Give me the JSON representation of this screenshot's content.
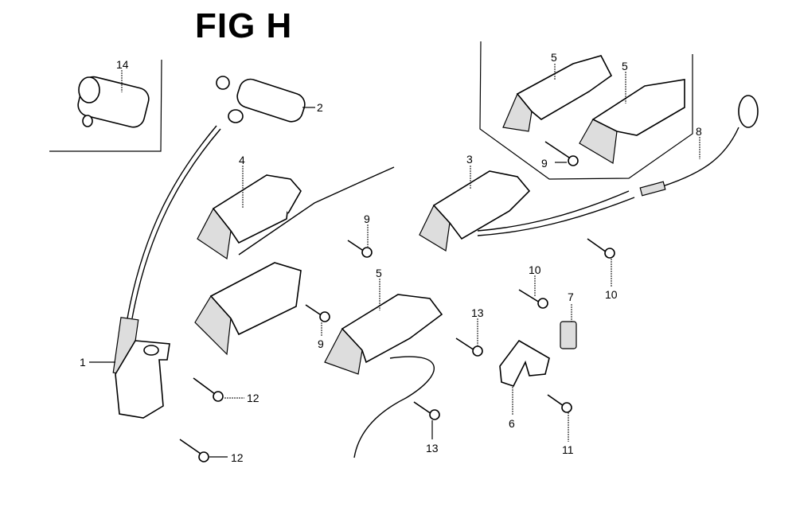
{
  "title": "FIG H",
  "callouts": [
    {
      "ref": "14",
      "part": "spark-plug-cap-alt"
    },
    {
      "ref": "2",
      "part": "spark-plug-cap"
    },
    {
      "ref": "4",
      "part": "charge-coil"
    },
    {
      "ref": "3",
      "part": "exciter-coil"
    },
    {
      "ref": "5",
      "part": "coil-upper-left"
    },
    {
      "ref": "5",
      "part": "coil-upper-right"
    },
    {
      "ref": "5",
      "part": "coil-lower"
    },
    {
      "ref": "8",
      "part": "wire-harness"
    },
    {
      "ref": "9",
      "part": "bolt-upper-box"
    },
    {
      "ref": "9",
      "part": "bolt-middle"
    },
    {
      "ref": "9",
      "part": "bolt-lower"
    },
    {
      "ref": "10",
      "part": "bolt-right"
    },
    {
      "ref": "10",
      "part": "bolt-center"
    },
    {
      "ref": "7",
      "part": "grommet"
    },
    {
      "ref": "13",
      "part": "bolt-upper"
    },
    {
      "ref": "13",
      "part": "bolt-bottom"
    },
    {
      "ref": "6",
      "part": "bracket"
    },
    {
      "ref": "11",
      "part": "bolt-bracket"
    },
    {
      "ref": "1",
      "part": "ignition-coil"
    },
    {
      "ref": "12",
      "part": "bolt-ignition-upper"
    },
    {
      "ref": "12",
      "part": "bolt-ignition-lower"
    }
  ]
}
